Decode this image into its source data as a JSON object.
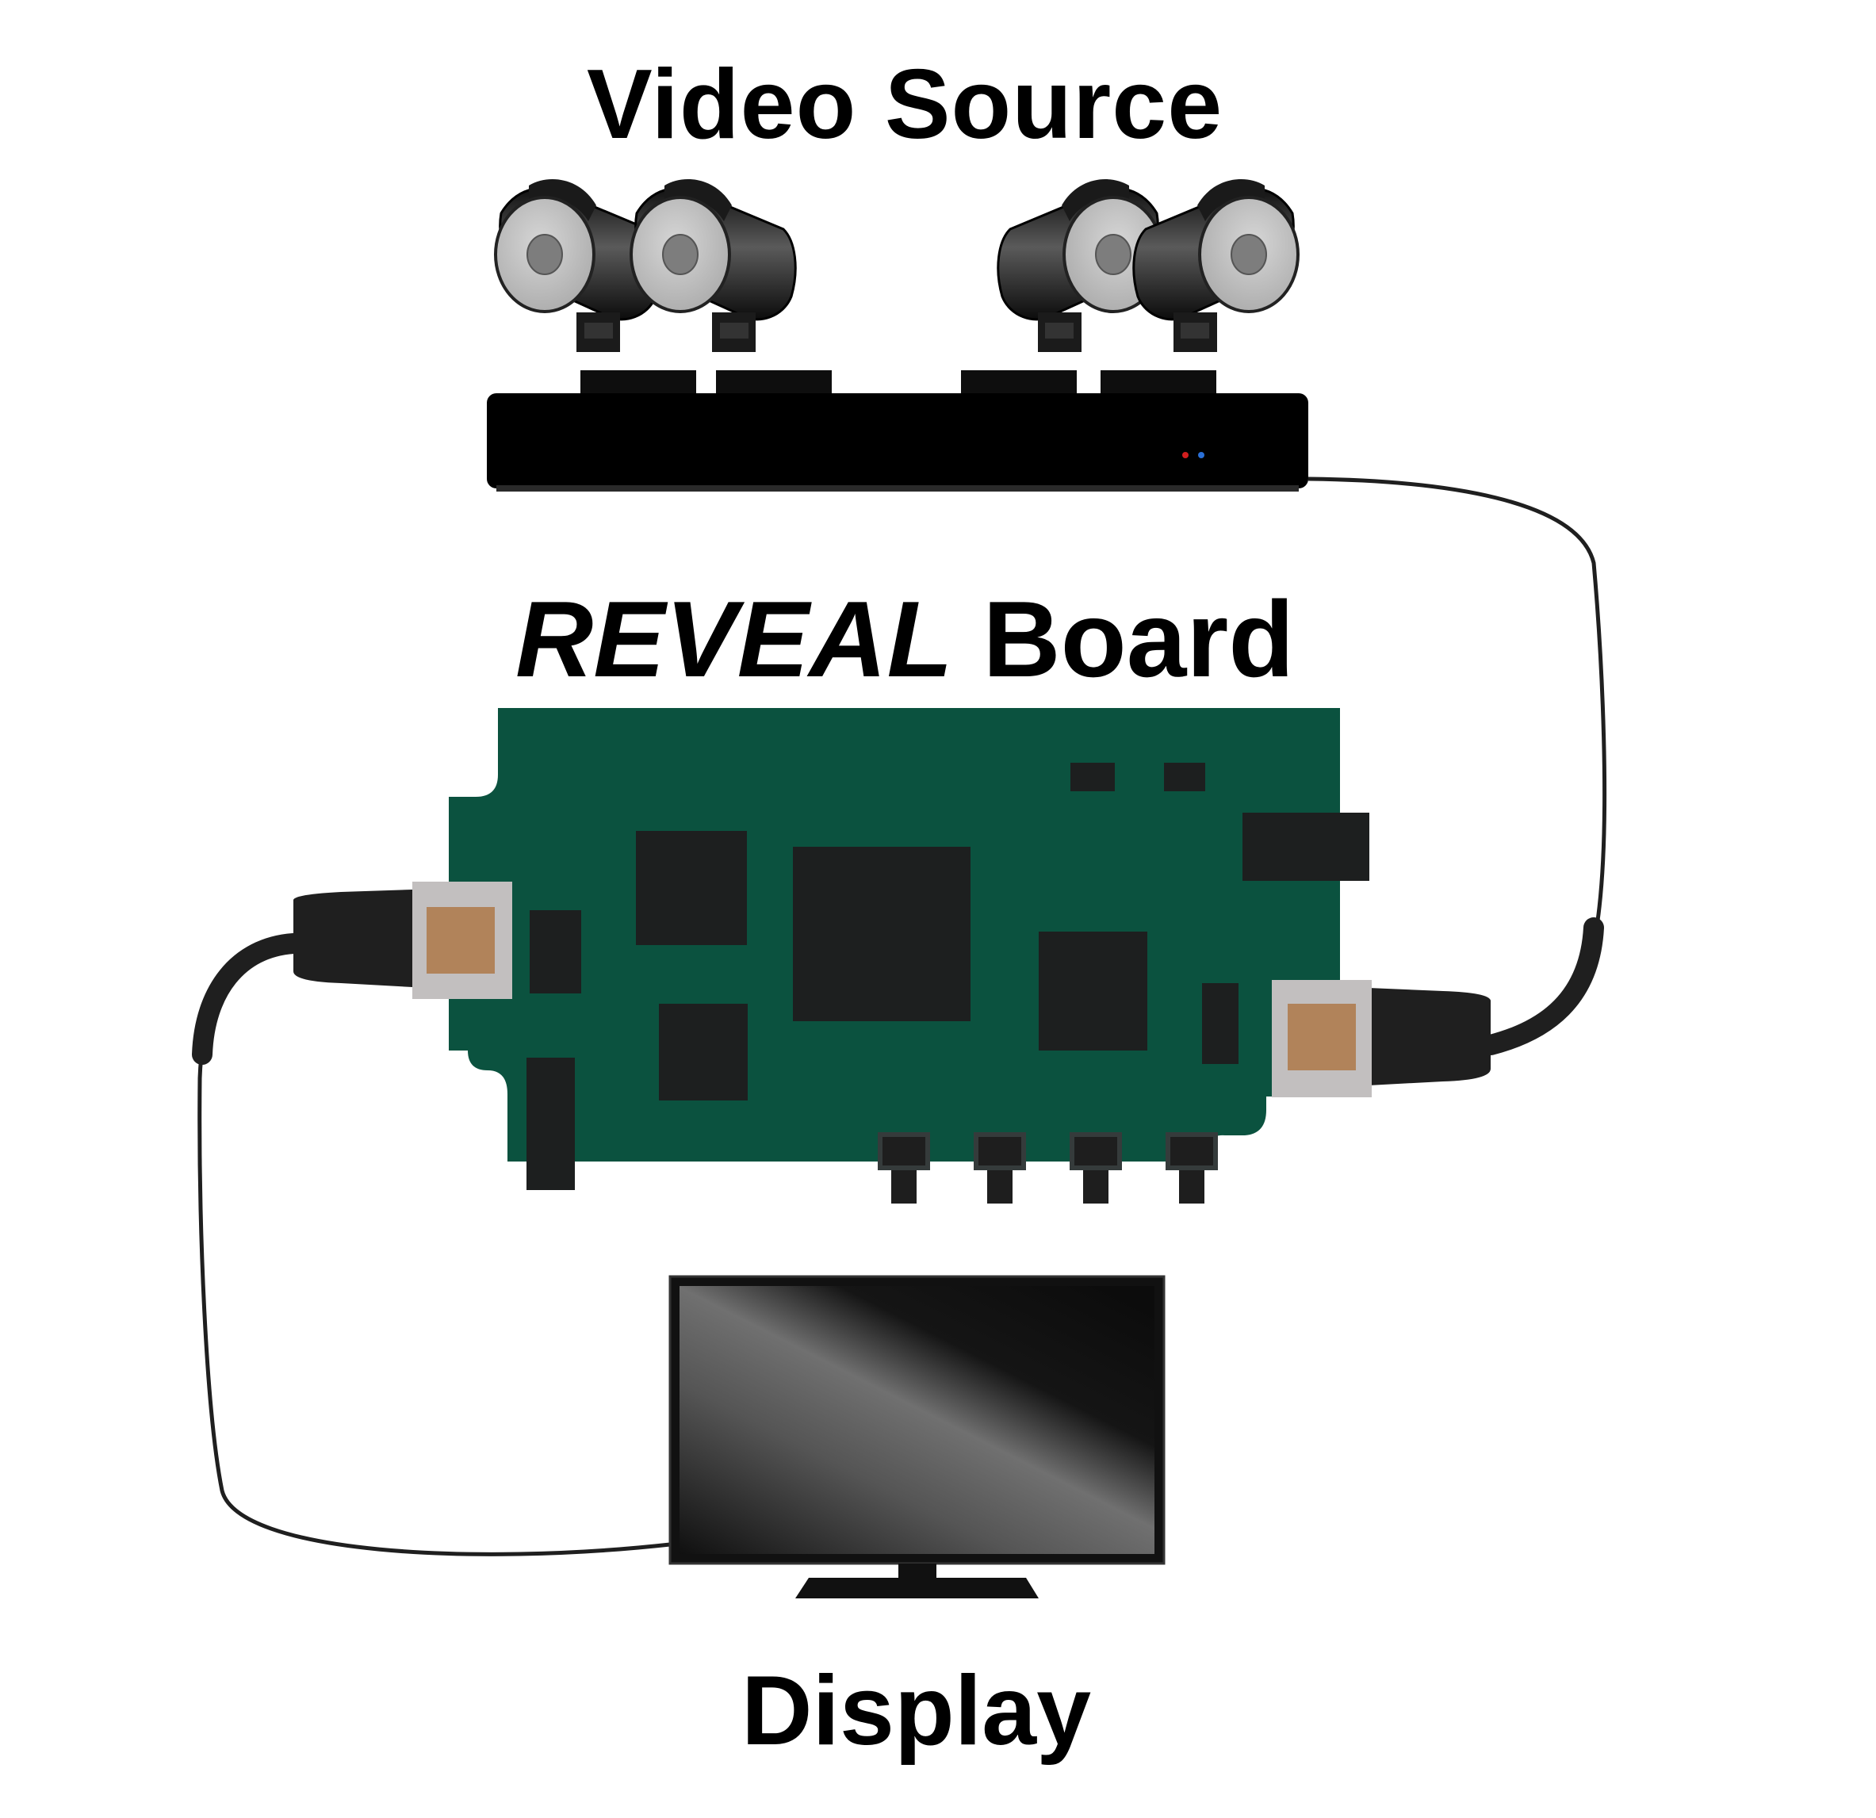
{
  "labels": {
    "video_source": "Video Source",
    "board_italic": "REVEAL",
    "board_rest": "Board",
    "display": "Display"
  },
  "colors": {
    "pcb": "#0b523f",
    "chip": "#1d1f1f",
    "connector_frame": "#c2bfbf",
    "connector_pad": "#b1835a",
    "cable": "#1f1f1f",
    "dvr_body": "#000000",
    "led_red": "#d21e1e",
    "led_blue": "#2a6fd6"
  },
  "icons": {
    "cameras": "security-camera-icon",
    "recorder": "dvr-box-icon",
    "board": "circuit-board-icon",
    "monitor": "monitor-icon"
  }
}
